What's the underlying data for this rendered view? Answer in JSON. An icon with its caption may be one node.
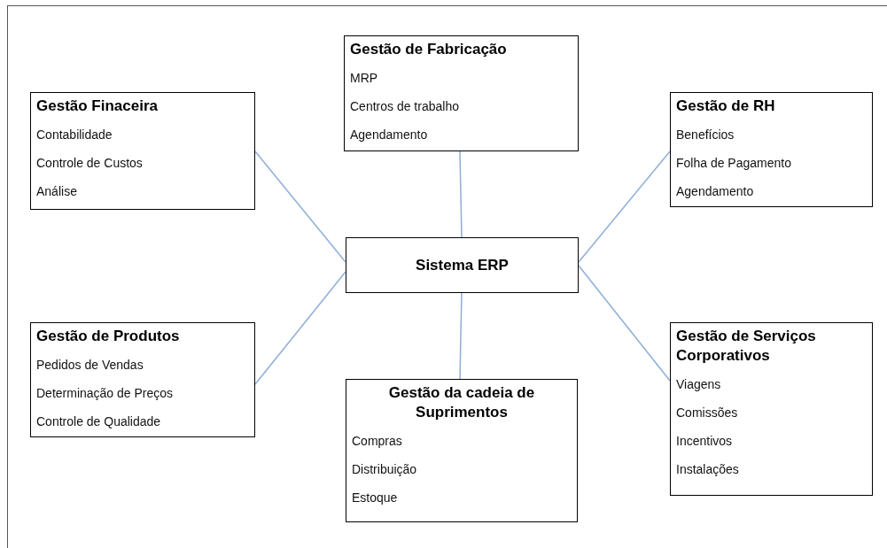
{
  "diagram": {
    "nodes": [
      {
        "text": [
          "Sistema ERP"
        ]
      },
      {
        "text": [
          "Gestão de Fabricação",
          "MRP",
          "Centros de trabalho",
          "Agendamento"
        ]
      },
      {
        "text": [
          "Gestão Finaceira",
          "Contabilidade",
          "Controle de Custos",
          "Análise"
        ]
      },
      {
        "text": [
          "Gestão de RH",
          "Benefícios",
          "Folha de Pagamento",
          "Agendamento"
        ]
      },
      {
        "text": [
          "Gestão de Produtos",
          "Pedidos de Vendas",
          "Determinação de Preços",
          "Controle de Qualidade"
        ]
      },
      {
        "text": [
          "Gestão da cadeia de Suprimentos",
          "Compras",
          "Distribuição",
          "Estoque"
        ]
      },
      {
        "text": [
          "Gestão de Serviços Corporativos",
          "Viagens",
          "Comissões",
          "Incentivos",
          "Instalações"
        ]
      }
    ],
    "edges": [
      {
        "from": 0,
        "to": 1,
        "arrow": "none"
      },
      {
        "from": 0,
        "to": 2,
        "arrow": "none"
      },
      {
        "from": 0,
        "to": 3,
        "arrow": "none"
      },
      {
        "from": 0,
        "to": 4,
        "arrow": "none"
      },
      {
        "from": 0,
        "to": 5,
        "arrow": "none"
      },
      {
        "from": 0,
        "to": 6,
        "arrow": "none"
      }
    ]
  }
}
